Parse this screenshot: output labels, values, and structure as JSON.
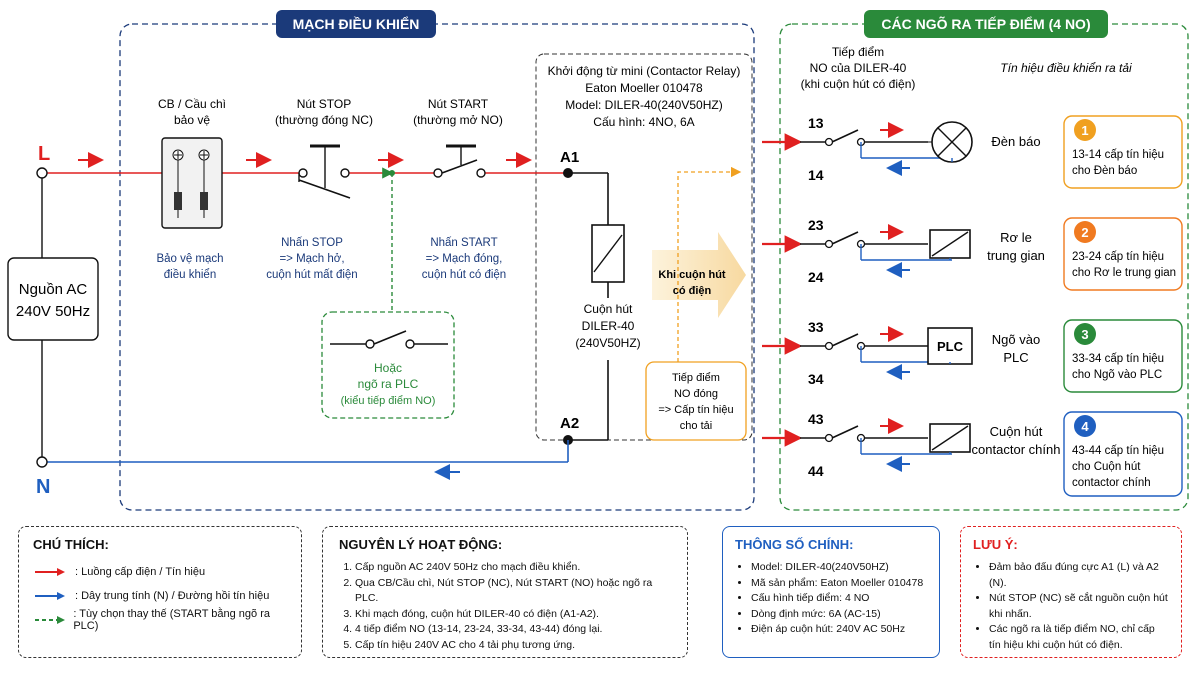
{
  "control_title": "MẠCH ĐIỀU KHIỂN",
  "outputs_title": "CÁC NGÕ RA TIẾP ĐIỂM (4 NO)",
  "L_label": "L",
  "N_label": "N",
  "source": {
    "line1": "Nguồn AC",
    "line2": "240V 50Hz"
  },
  "breaker": {
    "title1": "CB / Cầu chì",
    "title2": "bảo vệ",
    "note1": "Bảo vệ mạch",
    "note2": "điều khiển"
  },
  "stop": {
    "title1": "Nút STOP",
    "title2": "(thường đóng NC)",
    "note1": "Nhấn STOP",
    "note2": "=> Mạch hở,",
    "note3": "cuộn hút mất điện"
  },
  "start": {
    "title1": "Nút START",
    "title2": "(thường mở NO)",
    "note1": "Nhấn START",
    "note2": "=> Mạch đóng,",
    "note3": "cuộn hút có điện"
  },
  "plc_alt": {
    "line1": "Hoặc",
    "line2": "ngõ ra PLC",
    "line3": "(kiểu tiếp điểm NO)"
  },
  "relay": {
    "line1": "Khởi động từ mini (Contactor Relay)",
    "line2": "Eaton Moeller 010478",
    "line3": "Model: DILER-40(240V50HZ)",
    "line4": "Cấu hình: 4NO, 6A",
    "A1": "A1",
    "A2": "A2",
    "coil1": "Cuộn hút",
    "coil2": "DILER-40",
    "coil3": "(240V50HZ)"
  },
  "arrow_note": {
    "line1": "Khi cuộn hút",
    "line2": "có điện"
  },
  "contact_note": {
    "line1": "Tiếp điểm",
    "line2": "NO đóng",
    "line3": "=> Cấp tín hiệu",
    "line4": "cho tải"
  },
  "outputs_head": {
    "col1_1": "Tiếp điểm",
    "col1_2": "NO của DILER-40",
    "col1_3": "(khi cuộn hút có điện)",
    "col2": "Tín hiệu điều khiển ra tải"
  },
  "outputs": [
    {
      "num_top": "13",
      "num_bot": "14",
      "load1": "Đèn báo",
      "load2": "",
      "badge": "1",
      "badge_color": "#f0a020",
      "desc1": "13-14 cấp tín hiệu",
      "desc2": "cho Đèn báo",
      "desc3": "",
      "border": "#f0a020",
      "device": "lamp"
    },
    {
      "num_top": "23",
      "num_bot": "24",
      "load1": "Rơ le",
      "load2": "trung gian",
      "badge": "2",
      "badge_color": "#f07a20",
      "desc1": "23-24 cấp tín hiệu",
      "desc2": "cho Rơ le trung gian",
      "desc3": "",
      "border": "#f07a20",
      "device": "coil"
    },
    {
      "num_top": "33",
      "num_bot": "34",
      "load1": "Ngõ vào",
      "load2": "PLC",
      "badge": "3",
      "badge_color": "#2a8a3a",
      "desc1": "33-34 cấp tín hiệu",
      "desc2": "cho Ngõ vào PLC",
      "desc3": "",
      "border": "#2a8a3a",
      "device": "plc",
      "device_text": "PLC"
    },
    {
      "num_top": "43",
      "num_bot": "44",
      "load1": "Cuộn hút",
      "load2": "contactor chính",
      "badge": "4",
      "badge_color": "#1f5fc0",
      "desc1": "43-44 cấp tín hiệu",
      "desc2": "cho Cuộn hút",
      "desc3": "contactor chính",
      "border": "#1f5fc0",
      "device": "coil"
    }
  ],
  "legend": {
    "title": "CHÚ THÍCH:",
    "items": [
      {
        "text": ": Luồng cấp điện / Tín hiệu",
        "color": "#e02020",
        "style": "solid"
      },
      {
        "text": ": Dây trung tính (N) / Đường hồi tín hiệu",
        "color": "#1f5fc0",
        "style": "solid"
      },
      {
        "text": ": Tùy chọn thay thế (START bằng ngõ ra PLC)",
        "color": "#2a8a3a",
        "style": "dashed"
      }
    ]
  },
  "principle": {
    "title": "NGUYÊN LÝ HOẠT ĐỘNG:",
    "items": [
      "Cấp nguồn AC 240V 50Hz cho mạch điều khiển.",
      "Qua CB/Cầu chì, Nút STOP (NC), Nút START (NO) hoặc ngõ ra PLC.",
      "Khi mạch đóng, cuộn hút DILER-40 có điện (A1-A2).",
      "4 tiếp điểm NO (13-14, 23-24, 33-34, 43-44) đóng lại.",
      "Cấp tín hiệu 240V AC cho 4 tải phụ tương ứng."
    ]
  },
  "specs": {
    "title": "THÔNG SỐ CHÍNH:",
    "items": [
      "Model: DILER-40(240V50HZ)",
      "Mã sản phẩm: Eaton Moeller 010478",
      "Cấu hình tiếp điểm: 4 NO",
      "Dòng định mức: 6A (AC-15)",
      "Điện áp cuộn hút: 240V AC 50Hz"
    ]
  },
  "notes": {
    "title": "LƯU Ý:",
    "items": [
      "Đảm bảo đấu đúng cực A1 (L) và A2 (N).",
      "Nút STOP (NC) sẽ cắt nguồn cuộn hút khi nhấn.",
      "Các ngõ ra là tiếp điểm NO, chỉ cấp tín hiệu khi cuộn hút có điện."
    ]
  },
  "colors": {
    "red": "#e02020",
    "blue": "#1f5fc0",
    "green": "#2a8a3a",
    "navy": "#1b3a7a",
    "orange": "#f0a020"
  }
}
